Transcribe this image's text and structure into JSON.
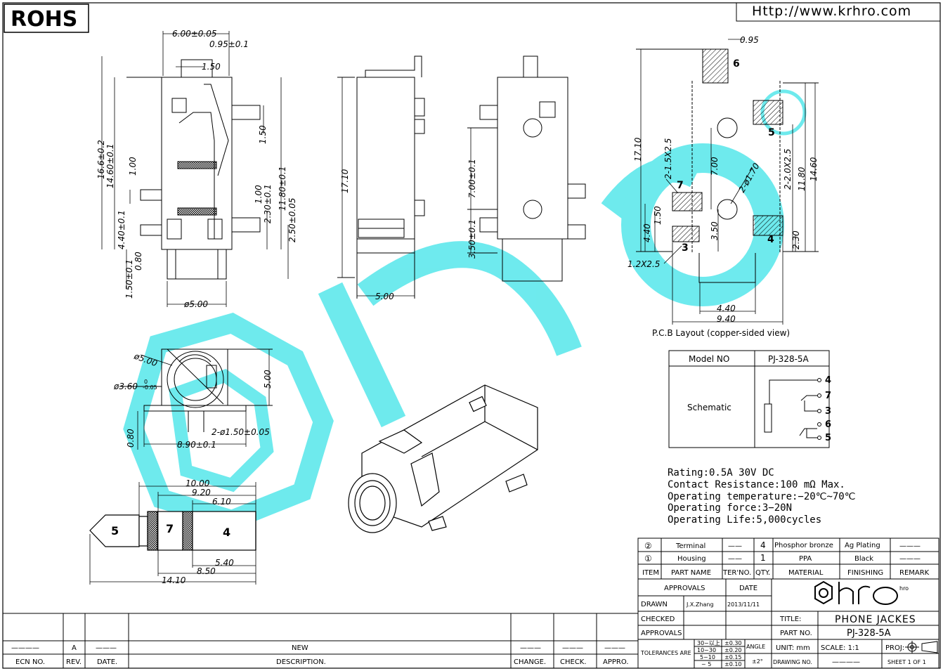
{
  "header": {
    "rohs": "ROHS",
    "url": "Http://www.krhro.com"
  },
  "top_view": {
    "d_6_00": "6.00±0.05",
    "d_0_95": "0.95±0.1",
    "d_1_50": "1.50",
    "d_16_6": "16.6±0.2",
    "d_14_60": "14.60±0.1",
    "d_1_00": "1.00",
    "d_4_40": "4.40±0.1",
    "d_0_80": "0.80",
    "d_1_50b": "1.50±0.1",
    "d_phi5": "ø5.00",
    "d_1_50c": "1.50",
    "d_11_80": "11.80±0.1",
    "d_1_00b": "1.00",
    "d_2_30": "2.30±0.1",
    "d_2_50": "2.50±0.05"
  },
  "side_view": {
    "d_17_10": "17.10",
    "d_5_00": "5.00"
  },
  "bottom_view": {
    "d_7_00": "7.00±0.1",
    "d_3_50": "3.50±0.1"
  },
  "pcb": {
    "d_0_95": "0.95",
    "d_17_10": "17.10",
    "d_2_1_5x2_5": "2-1.5X2.5",
    "d_7_00": "7.00",
    "d_2_phi1_70": "2-ø1.70",
    "d_2_2_0x2_5": "2-2.0X2.5",
    "d_11_80": "11.80",
    "d_14_60": "14.60",
    "d_4_40v": "4.40",
    "d_1_50": "1.50",
    "d_3_50": "3.50",
    "d_2_30": "2.30",
    "d_1_2x2_5": "1.2X2.5",
    "d_4_40": "4.40",
    "d_9_40": "9.40",
    "pad3": "3",
    "pad4": "4",
    "pad5": "5",
    "pad6": "6",
    "pad7": "7",
    "caption": "P.C.B Layout (copper-sided view)"
  },
  "front_view": {
    "d_phi5": "ø5.00",
    "d_phi3_6": "ø3.60",
    "tol_top": "0",
    "tol_bot": "-0.05",
    "d_5_00": "5.00",
    "d_0_80": "0.80",
    "d_2_phi1_5": "2-ø1.50±0.05",
    "d_8_90": "8.90±0.1"
  },
  "plug": {
    "d_10_00": "10.00",
    "d_9_20": "9.20",
    "d_6_10": "6.10",
    "d_5_40": "5.40",
    "d_8_50": "8.50",
    "d_14_10": "14.10",
    "seg5": "5",
    "seg7": "7",
    "seg4": "4"
  },
  "model_table": {
    "h_model": "Model NO",
    "h_value": "PJ-328-5A",
    "schematic": "Schematic",
    "pins": [
      "4",
      "7",
      "3",
      "6",
      "5"
    ]
  },
  "specs": [
    "Rating:0.5A 30V DC",
    "Contact Resistance:100 mΩ Max.",
    "Operating temperature:−20℃~70℃",
    "Operating force:3−20N",
    "Operating Life:5,000cycles"
  ],
  "bom": {
    "rows": [
      {
        "item": "②",
        "name": "Terminal",
        "dash": "——",
        "qty": "4",
        "material": "Phosphor bronze",
        "finish": "Ag Plating",
        "remark": "———"
      },
      {
        "item": "①",
        "name": "Housing",
        "dash": "——",
        "qty": "1",
        "material": "PPA",
        "finish": "Black",
        "remark": "———"
      }
    ],
    "header": {
      "item": "ITEM",
      "name": "PART NAME",
      "ter": "TER'NO.",
      "qty": "QTY.",
      "material": "MATERIAL",
      "finish": "FINISHING",
      "remark": "REMARK"
    }
  },
  "title_block": {
    "approvals": "APPROVALS",
    "date": "DATE",
    "drawn": "DRAWN",
    "drawn_by": "J.X.Zhang",
    "drawn_date": "2013/11/11",
    "checked": "CHECKED",
    "approvals2": "APPROVALS",
    "logo": "hro",
    "title_lbl": "TITLE:",
    "title": "PHONE JACKES",
    "part_lbl": "PART NO.",
    "part": "PJ-328-5A",
    "tol_lbl": "TOLERANCES ARE",
    "tol_rows": [
      {
        "range": "30~以上",
        "tol": "±0.30"
      },
      {
        "range": "10~30",
        "tol": "±0.20"
      },
      {
        "range": "5~10",
        "tol": "±0.15"
      },
      {
        "range": "~ 5",
        "tol": "±0.10"
      }
    ],
    "angle": "ANGLE",
    "angle_tol": "±2°",
    "unit": "UNIT: mm",
    "scale": "SCALE:  1:1",
    "proj": "PROJ:",
    "drawing_no": "DRAWING NO.",
    "drawing_no_val": "————",
    "sheet": "SHEET  1 OF 1"
  },
  "revision": {
    "ecn_val": "————",
    "rev_val": "A",
    "date_val": "———",
    "desc_val": "NEW",
    "change_val": "———",
    "check_val": "———",
    "appro_val": "———",
    "ecn": "ECN NO.",
    "rev": "REV.",
    "date": "DATE.",
    "desc": "DESCRIPTION.",
    "change": "CHANGE.",
    "check": "CHECK.",
    "appro": "APPRO."
  }
}
